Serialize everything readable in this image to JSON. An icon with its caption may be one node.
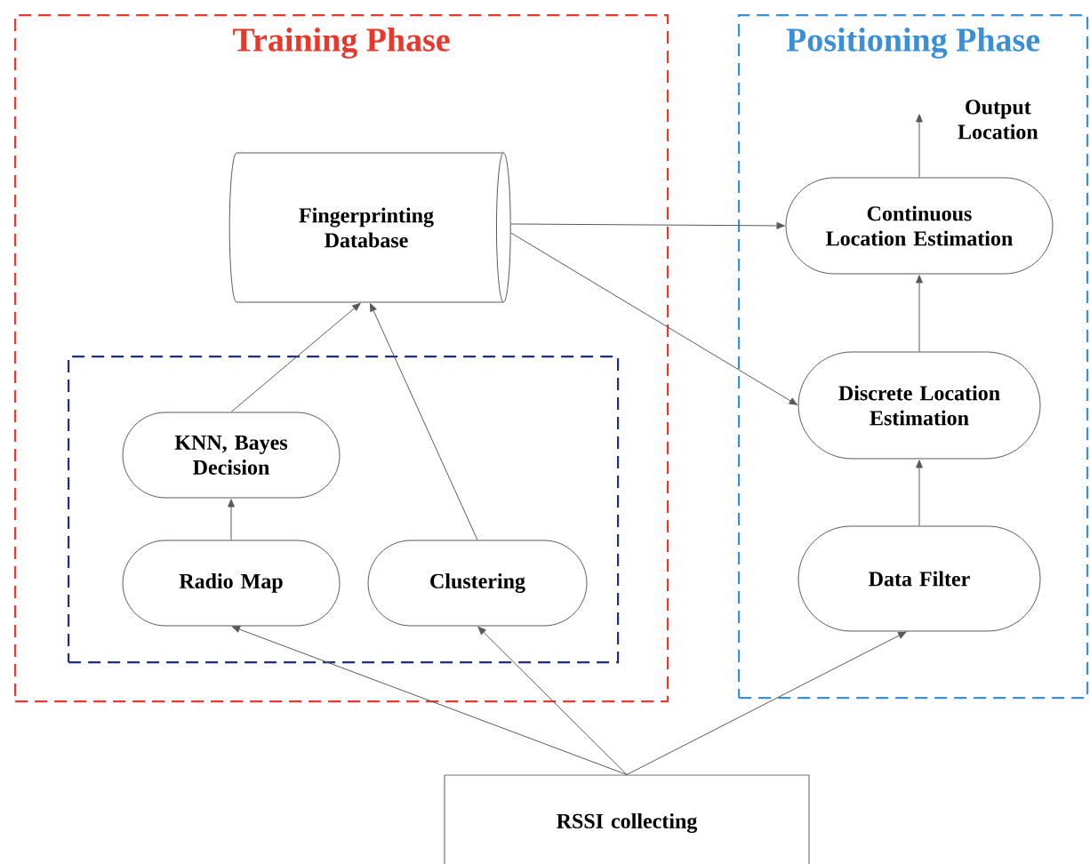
{
  "diagram": {
    "nodes": [
      {
        "text": [
          "Training Phase"
        ]
      },
      {
        "text": [
          "Fingerprinting Database"
        ],
        "in": 0
      },
      {
        "text": [],
        "shape": "box",
        "in": 0
      },
      {
        "text": [
          "KNN, Bayes Decision"
        ],
        "in": 2
      },
      {
        "text": [
          "Radio Map"
        ],
        "in": 2
      },
      {
        "text": [
          "Clustering"
        ],
        "in": 2
      },
      {
        "text": [
          "Positioning Phase"
        ]
      },
      {
        "text": [
          "Continuous Location Estimation"
        ],
        "in": 6
      },
      {
        "text": [
          "Discrete Location Estimation"
        ],
        "in": 6
      },
      {
        "text": [
          "Data Filter"
        ],
        "in": 6
      },
      {
        "text": [
          "RSSI collecting"
        ]
      }
    ],
    "edges": [
      {
        "from": 3,
        "to": 1,
        "arrow": "to"
      },
      {
        "from": 5,
        "to": 1,
        "arrow": "to"
      },
      {
        "from": 4,
        "to": 3,
        "arrow": "to"
      },
      {
        "from": 10,
        "to": 4,
        "arrow": "to"
      },
      {
        "from": 10,
        "to": 5,
        "arrow": "to"
      },
      {
        "from": 10,
        "to": 9,
        "arrow": "to"
      },
      {
        "from": 9,
        "to": 8,
        "arrow": "to"
      },
      {
        "from": 8,
        "to": 7,
        "arrow": "to"
      },
      {
        "from": 1,
        "to": 7,
        "arrow": "to"
      },
      {
        "from": 1,
        "to": 8,
        "arrow": "to"
      },
      {
        "from": 7,
        "to": null,
        "arrow": "to"
      }
    ],
    "labels": [
      "Output Location"
    ]
  }
}
